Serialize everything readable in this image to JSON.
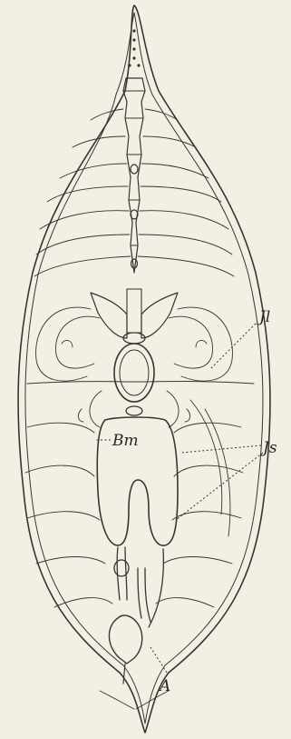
{
  "labels": {
    "jl": "Jl",
    "js": "Js",
    "bm": "Bm",
    "a": "A"
  },
  "colors": {
    "paper": "#f3efe4",
    "ink": "#3a352c",
    "stipple": "#cfc6b0",
    "cell": "#ded6c2"
  }
}
